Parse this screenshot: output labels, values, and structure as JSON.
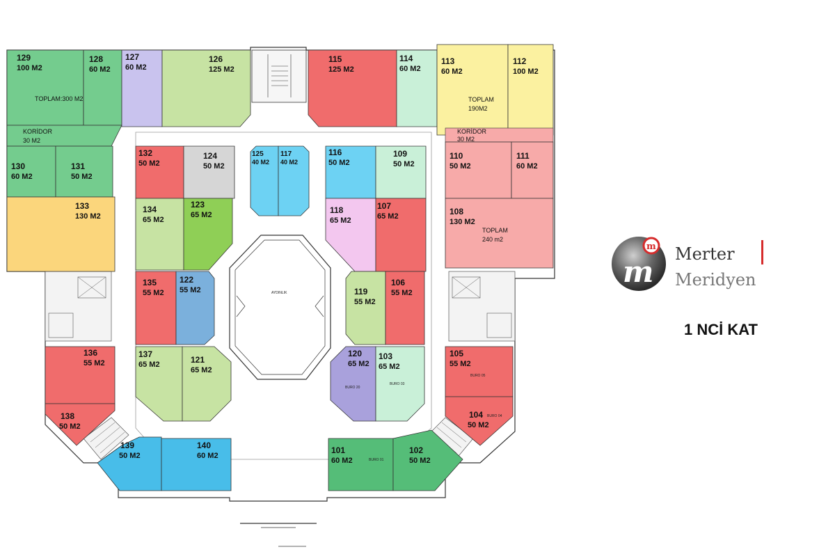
{
  "colors": {
    "green": "#74cc8e",
    "lilac": "#c9c3ee",
    "lightgreen": "#c7e3a3",
    "red": "#f06c6c",
    "mint": "#c9f0d8",
    "yellow": "#fbf1a0",
    "orange": "#fbd67c",
    "pink": "#f7aaa9",
    "blue": "#6dd2f3",
    "steel": "#7bb0dc",
    "grey": "#d6d6d6",
    "midgreen": "#8fcf56",
    "magenta": "#f3c7ef",
    "purple": "#a9a1dc",
    "teal": "#55bd78",
    "skyblue": "#48bde9",
    "logo_red": "#d62c2c"
  },
  "units": [
    {
      "id": "129",
      "num": "129",
      "area": "100 M2",
      "color": "green"
    },
    {
      "id": "128",
      "num": "128",
      "area": "60 M2",
      "color": "green"
    },
    {
      "id": "127",
      "num": "127",
      "area": "60 M2",
      "color": "lilac"
    },
    {
      "id": "126",
      "num": "126",
      "area": "125 M2",
      "color": "lightgreen"
    },
    {
      "id": "115",
      "num": "115",
      "area": "125 M2",
      "color": "red"
    },
    {
      "id": "114",
      "num": "114",
      "area": "60 M2",
      "color": "mint"
    },
    {
      "id": "113",
      "num": "113",
      "area": "60 M2",
      "color": "yellow"
    },
    {
      "id": "112",
      "num": "112",
      "area": "100 M2",
      "color": "yellow"
    },
    {
      "id": "130",
      "num": "130",
      "area": "60 M2",
      "color": "green"
    },
    {
      "id": "131",
      "num": "131",
      "area": "50 M2",
      "color": "green"
    },
    {
      "id": "133",
      "num": "133",
      "area": "130 M2",
      "color": "orange"
    },
    {
      "id": "132",
      "num": "132",
      "area": "50 M2",
      "color": "red"
    },
    {
      "id": "124",
      "num": "124",
      "area": "50 M2",
      "color": "grey"
    },
    {
      "id": "125",
      "num": "125",
      "area": "40 M2",
      "color": "blue"
    },
    {
      "id": "117",
      "num": "117",
      "area": "40 M2",
      "color": "blue"
    },
    {
      "id": "116",
      "num": "116",
      "area": "50 M2",
      "color": "blue"
    },
    {
      "id": "109",
      "num": "109",
      "area": "50 M2",
      "color": "mint"
    },
    {
      "id": "110",
      "num": "110",
      "area": "50 M2",
      "color": "pink"
    },
    {
      "id": "111",
      "num": "111",
      "area": "60 M2",
      "color": "pink"
    },
    {
      "id": "134",
      "num": "134",
      "area": "65 M2",
      "color": "lightgreen"
    },
    {
      "id": "123",
      "num": "123",
      "area": "65 M2",
      "color": "midgreen"
    },
    {
      "id": "118",
      "num": "118",
      "area": "65 M2",
      "color": "magenta"
    },
    {
      "id": "107",
      "num": "107",
      "area": "65 M2",
      "color": "red"
    },
    {
      "id": "108",
      "num": "108",
      "area": "130 M2",
      "color": "pink"
    },
    {
      "id": "135",
      "num": "135",
      "area": "55 M2",
      "color": "red"
    },
    {
      "id": "122",
      "num": "122",
      "area": "55 M2",
      "color": "steel"
    },
    {
      "id": "119",
      "num": "119",
      "area": "55 M2",
      "color": "lightgreen"
    },
    {
      "id": "106",
      "num": "106",
      "area": "55 M2",
      "color": "red"
    },
    {
      "id": "137",
      "num": "137",
      "area": "65 M2",
      "color": "lightgreen"
    },
    {
      "id": "121",
      "num": "121",
      "area": "65 M2",
      "color": "lightgreen"
    },
    {
      "id": "120",
      "num": "120",
      "area": "65 M2",
      "color": "purple"
    },
    {
      "id": "103",
      "num": "103",
      "area": "65 M2",
      "color": "mint"
    },
    {
      "id": "136",
      "num": "136",
      "area": "55 M2",
      "color": "red"
    },
    {
      "id": "138",
      "num": "138",
      "area": "50 M2",
      "color": "red"
    },
    {
      "id": "105",
      "num": "105",
      "area": "55 M2",
      "color": "red"
    },
    {
      "id": "104",
      "num": "104",
      "area": "50 M2",
      "color": "red"
    },
    {
      "id": "139",
      "num": "139",
      "area": "50 M2",
      "color": "skyblue"
    },
    {
      "id": "140",
      "num": "140",
      "area": "60 M2",
      "color": "skyblue"
    },
    {
      "id": "101",
      "num": "101",
      "area": "60 M2",
      "color": "teal"
    },
    {
      "id": "102",
      "num": "102",
      "area": "50 M2",
      "color": "teal"
    }
  ],
  "notes": {
    "toplam_left": "TOPLAM:300 M2",
    "koridor_left": "KORİDOR",
    "koridor_left_area": "30 M2",
    "toplam_right": "TOPLAM",
    "toplam_right_area": "190M2",
    "koridor_right": "KORİDOR",
    "koridor_right_area": "30 M2",
    "toplam_108": "TOPLAM",
    "toplam_108_area": "240 m2",
    "aydinlik": "AYDINLIK",
    "buro_20": "BURO 20",
    "buro_03": "BURO 03",
    "buro_05": "BURO 05",
    "buro_04": "BURO 04",
    "buro_01": "BURO 01"
  },
  "logo": {
    "line1": "Merter",
    "line2": "Meridyen",
    "mark_letter": "m",
    "mark_small": "m"
  },
  "floor_label": "1 NCİ KAT"
}
